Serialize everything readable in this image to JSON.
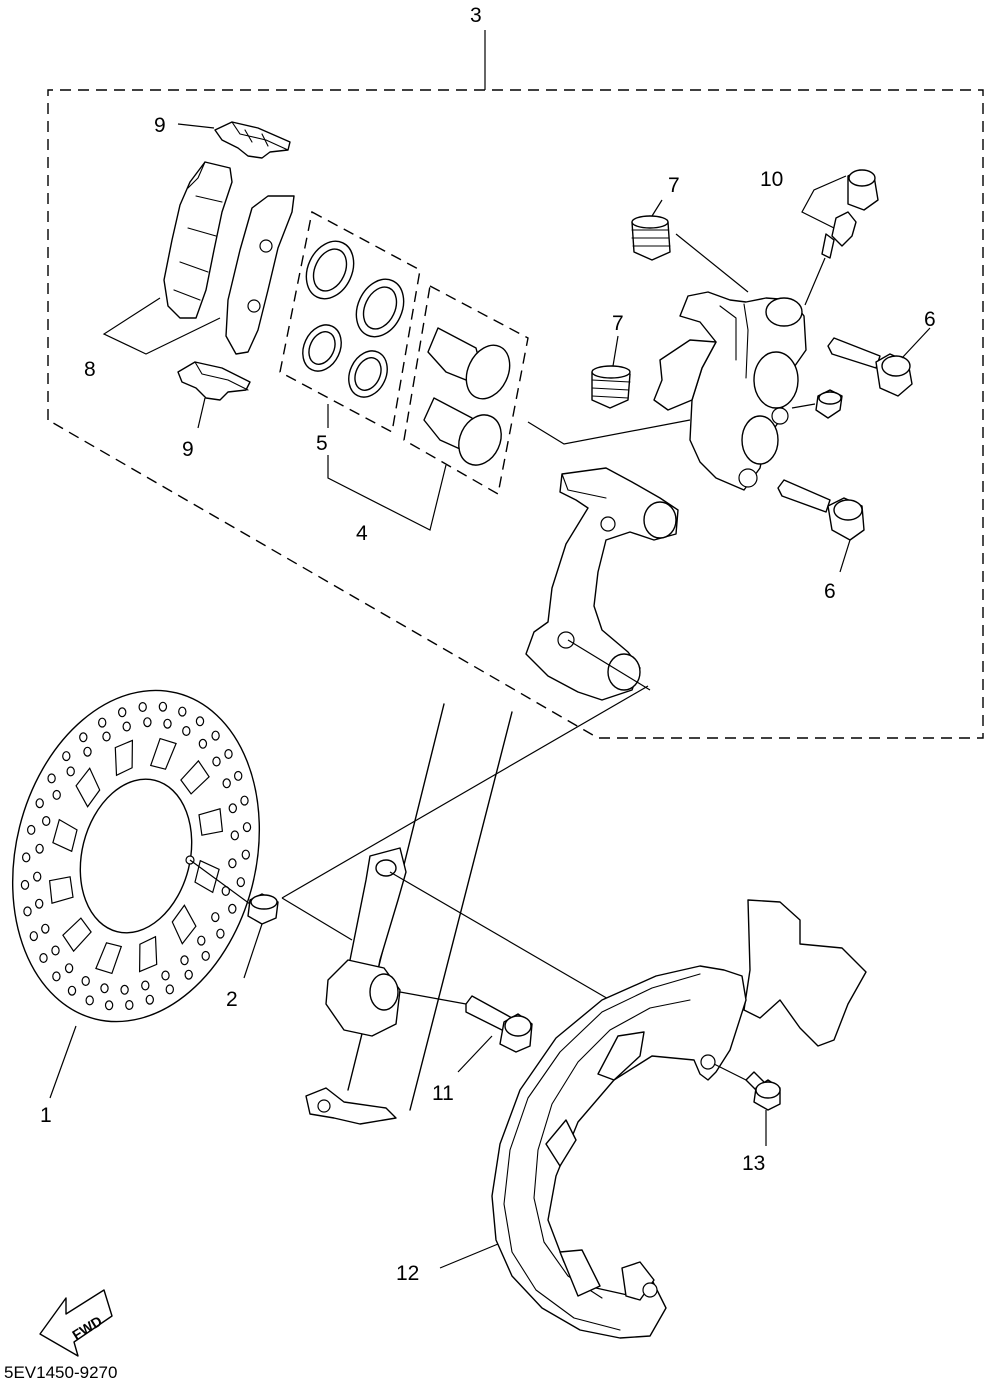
{
  "diagram": {
    "code": "5EV1450-9270",
    "fwd_label": "FWD",
    "callouts": [
      {
        "id": "c1",
        "text": "1"
      },
      {
        "id": "c2",
        "text": "2"
      },
      {
        "id": "c3",
        "text": "3"
      },
      {
        "id": "c4",
        "text": "4"
      },
      {
        "id": "c5",
        "text": "5"
      },
      {
        "id": "c6a",
        "text": "6"
      },
      {
        "id": "c6b",
        "text": "6"
      },
      {
        "id": "c7a",
        "text": "7"
      },
      {
        "id": "c7b",
        "text": "7"
      },
      {
        "id": "c8",
        "text": "8"
      },
      {
        "id": "c9a",
        "text": "9"
      },
      {
        "id": "c9b",
        "text": "9"
      },
      {
        "id": "c10",
        "text": "10"
      },
      {
        "id": "c11",
        "text": "11"
      },
      {
        "id": "c12",
        "text": "12"
      },
      {
        "id": "c13",
        "text": "13"
      }
    ]
  }
}
